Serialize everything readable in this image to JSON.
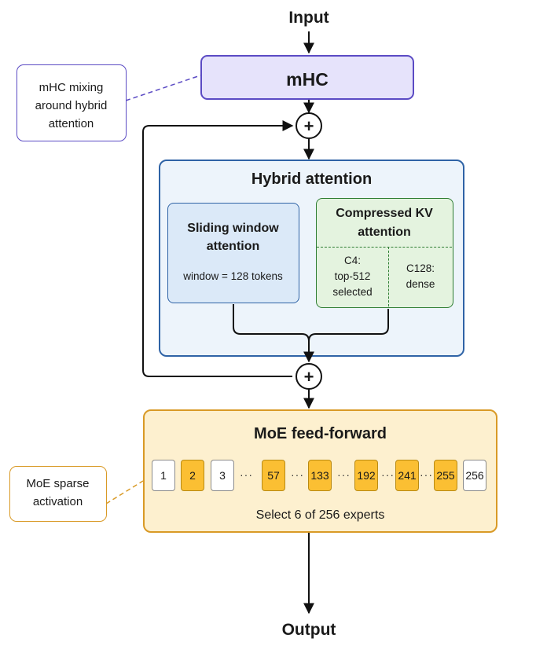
{
  "input_label": "Input",
  "output_label": "Output",
  "mhc": {
    "title": "mHC"
  },
  "notes": {
    "mhc_note_lines": [
      "mHC mixing",
      "around hybrid",
      "attention"
    ],
    "moe_note_lines": [
      "MoE sparse",
      "activation"
    ]
  },
  "plus_symbol": "+",
  "hybrid": {
    "title": "Hybrid attention",
    "sliding": {
      "title_lines": [
        "Sliding window",
        "attention"
      ],
      "detail": "window = 128 tokens"
    },
    "compressed": {
      "title_lines": [
        "Compressed KV",
        "attention"
      ],
      "c4_lines": [
        "C4:",
        "top-512",
        "selected"
      ],
      "c128_lines": [
        "C128:",
        "dense"
      ]
    }
  },
  "moe": {
    "title": "MoE feed-forward",
    "experts": [
      {
        "label": "1",
        "selected": false
      },
      {
        "label": "2",
        "selected": true
      },
      {
        "label": "3",
        "selected": false
      },
      {
        "label": "57",
        "selected": true
      },
      {
        "label": "133",
        "selected": true
      },
      {
        "label": "192",
        "selected": true
      },
      {
        "label": "241",
        "selected": true
      },
      {
        "label": "255",
        "selected": true
      },
      {
        "label": "256",
        "selected": false
      }
    ],
    "ellipsis": "···",
    "summary": "Select 6 of 256 experts"
  },
  "colors": {
    "mhc_fill": "#e6e3fb",
    "mhc_border": "#5b4bc4",
    "hybrid_fill": "#edf4fb",
    "hybrid_border": "#2f63a6",
    "sliding_fill": "#dbe9f8",
    "compressed_fill": "#e4f3df",
    "compressed_border": "#2e7d32",
    "moe_fill": "#fdf0cf",
    "moe_border": "#d99a26",
    "expert_selected": "#fbbf33"
  }
}
